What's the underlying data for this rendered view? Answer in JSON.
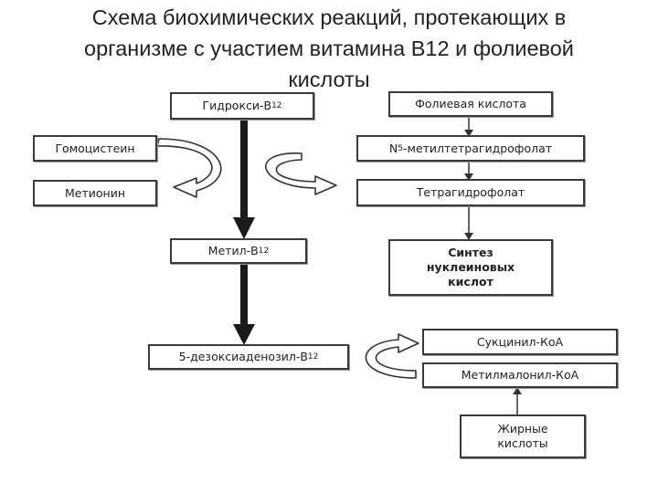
{
  "title": {
    "line1": "Схема биохимических реакций, протекающих в",
    "line2": "организме с участием витамина В12 и фолиевой",
    "line3": "кислоты"
  },
  "boxes": {
    "hydroxy": {
      "text": "Гидрокси-В",
      "sub": "12"
    },
    "homocysteine": "Гомоцистеин",
    "methionine": "Метионин",
    "methyl": {
      "text": "Метил-В",
      "sub": "12"
    },
    "deoxy": {
      "text": "5-дезоксиаденозил-В",
      "sub": "12"
    },
    "folic": "Фолиевая кислота",
    "n5": {
      "prefix": "N",
      "sub": "5",
      "text": "-метилтетрагидрофолат"
    },
    "thf": "Тетрагидрофолат",
    "synthesis": "Синтез\nнуклеиновых\nкислот",
    "succinyl": "Сукцинил-КоА",
    "methylmalonyl": "Метилмалонил-КоА",
    "fatty": "Жирные\nкислоты"
  }
}
